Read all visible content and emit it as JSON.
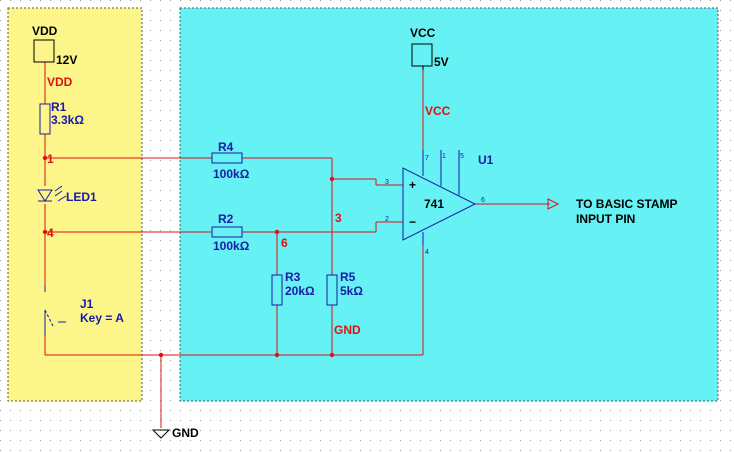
{
  "power": {
    "vdd_name": "VDD",
    "vdd_value": "12V",
    "vdd_net": "VDD",
    "vcc_name": "VCC",
    "vcc_value": "5V",
    "vcc_net": "VCC",
    "gnd_label": "GND"
  },
  "components": {
    "r1_ref": "R1",
    "r1_value": "3.3kΩ",
    "r2_ref": "R2",
    "r2_value": "100kΩ",
    "r3_ref": "R3",
    "r3_value": "20kΩ",
    "r4_ref": "R4",
    "r4_value": "100kΩ",
    "r5_ref": "R5",
    "r5_value": "5kΩ",
    "led_ref": "LED1",
    "switch_ref": "J1",
    "switch_key": "Key = A",
    "opamp_ref": "U1",
    "opamp_part": "741"
  },
  "nets": {
    "n1": "1",
    "n4": "4",
    "n3": "3",
    "n6": "6",
    "gnd_net": "GND"
  },
  "pins": {
    "p2_top": "2",
    "p3": "3",
    "p2": "2",
    "p7": "7",
    "p1": "1",
    "p5": "5",
    "p6": "6",
    "p4": "4",
    "plus": "+",
    "minus": "−"
  },
  "output_label_line1": "TO BASIC STAMP",
  "output_label_line2": "INPUT PIN",
  "colors": {
    "left_panel": "#fbf58a",
    "right_panel": "#66f2f4",
    "wire": "#e01010",
    "component": "#1a1aa8"
  }
}
